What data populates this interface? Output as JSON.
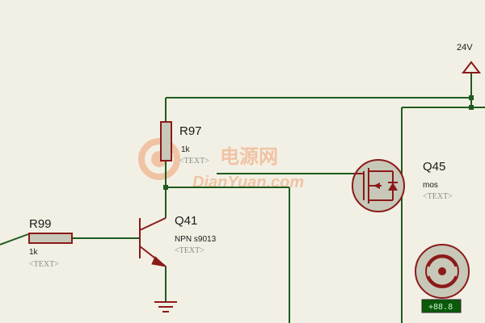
{
  "watermark": {
    "chinese": "电源网",
    "english": "DianYuan.com",
    "color": "#f0a070"
  },
  "supply": {
    "label": "24V"
  },
  "components": {
    "r99": {
      "name": "R99",
      "value": "1k",
      "text": "<TEXT>"
    },
    "r97": {
      "name": "R97",
      "value": "1k",
      "text": "<TEXT>"
    },
    "q41": {
      "name": "Q41",
      "value": "NPN s9013",
      "text": "<TEXT>"
    },
    "q45": {
      "name": "Q45",
      "value": "mos",
      "text": "<TEXT>"
    },
    "motor": {
      "meter": "+88.8"
    }
  },
  "colors": {
    "background": "#f2f0e4",
    "wire": "#1f5b1f",
    "component": "#8b1a1a",
    "component_fill": "#c8c8b8",
    "meter_background": "#0a5a0a"
  }
}
